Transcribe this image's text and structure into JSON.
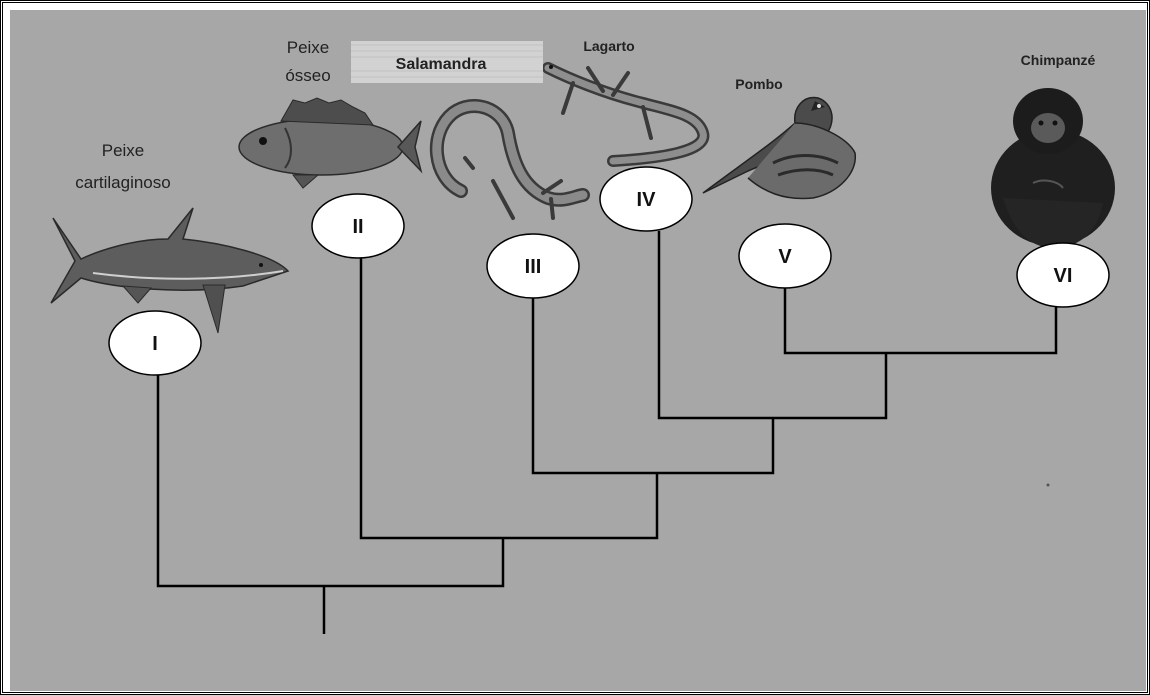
{
  "labels": {
    "shark_line1": "Peixe",
    "shark_line2": "cartilaginoso",
    "bonyfish_line1": "Peixe",
    "bonyfish_line2": "ósseo",
    "salamander": "Salamandra",
    "lizard": "Lagarto",
    "pigeon": "Pombo",
    "chimp": "Chimpanzé"
  },
  "nodes": {
    "n1": "I",
    "n2": "II",
    "n3": "III",
    "n4": "IV",
    "n5": "V",
    "n6": "VI"
  },
  "icons": [
    "shark-icon",
    "bony-fish-icon",
    "salamander-icon",
    "lizard-icon",
    "pigeon-icon",
    "chimpanzee-icon"
  ]
}
